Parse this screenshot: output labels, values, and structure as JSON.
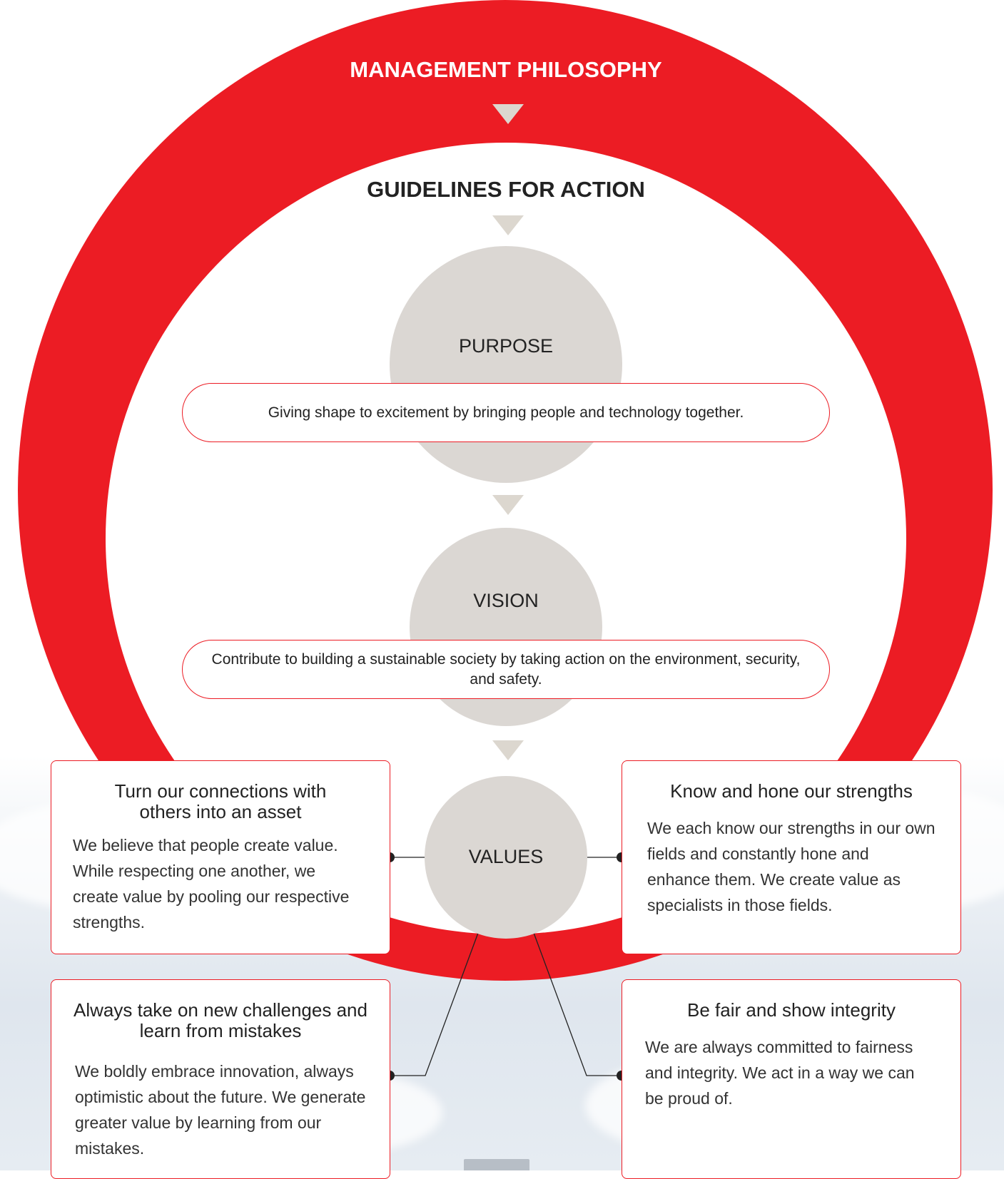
{
  "diagram": {
    "outer_label": "MANAGEMENT PHILOSOPHY",
    "inner_label": "GUIDELINES FOR ACTION",
    "purpose": {
      "label": "PURPOSE",
      "statement": "Giving shape to excitement by bringing people and technology together."
    },
    "vision": {
      "label": "VISION",
      "statement": "Contribute to building a sustainable society by taking action on the environment, security, and safety."
    },
    "values": {
      "label": "VALUES",
      "items": [
        {
          "title": "Turn our connections with others into an asset",
          "body": "We believe that people create value. While respecting one another, we create value by pooling our respective strengths."
        },
        {
          "title": "Know and hone our strengths",
          "body": "We each know our strengths in our own fields and constantly hone and enhance them. We create value as specialists in those fields."
        },
        {
          "title": "Always take on new challenges and learn from mistakes",
          "body": "We boldly embrace innovation, always optimistic about the future. We generate greater value by learning from our mistakes."
        },
        {
          "title": "Be fair and show integrity",
          "body": "We are always committed to fairness and integrity. We act in a way we can be proud of."
        }
      ]
    }
  },
  "colors": {
    "accent_red": "#ec1c24",
    "circle_grey": "#dbd7d3",
    "arrow_beige": "#dcd7cf",
    "text_dark": "#222222"
  }
}
